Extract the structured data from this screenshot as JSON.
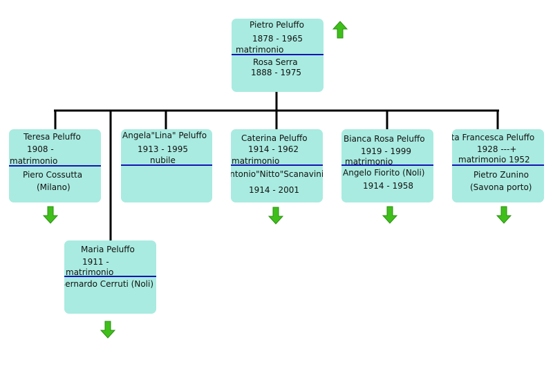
{
  "colors": {
    "card": "#a9ebe0",
    "separator": "#1414b4",
    "connector": "#000000",
    "arrow": "#3fbf1a"
  },
  "icons": {
    "up": "arrow-up-icon",
    "down": "arrow-down-icon"
  },
  "root": {
    "name": "Pietro Peluffo",
    "years": "1878 - 1965",
    "marriage": "matrimonio",
    "spouse": "Rosa Serra",
    "spouse_years": "1888 - 1975"
  },
  "children": [
    {
      "name": "Teresa Peluffo",
      "years": "1908 -",
      "marriage": "matrimonio",
      "spouse": "Piero Cossutta",
      "spouse_place": "(Milano)"
    },
    {
      "name": "Angela\"Lina\" Peluffo",
      "years": "1913 - 1995",
      "status": "nubile"
    },
    {
      "name": "Caterina Peluffo",
      "years": "1914 - 1962",
      "marriage": "matrimonio",
      "spouse": "Antonio\"Nitto\"Scanavini",
      "spouse_years": "1914 - 2001"
    },
    {
      "name": "Bianca Rosa Peluffo",
      "years": "1919 - 1999",
      "marriage": "matrimonio",
      "spouse": "Angelo Fiorito (Noli)",
      "spouse_years": "1914 - 1958"
    },
    {
      "name": "Rita  Francesca Peluffo",
      "years": "1928 ---+",
      "marriage": "matrimonio 1952",
      "spouse": "Pietro Zunino",
      "spouse_place": "(Savona porto)"
    },
    {
      "name": "Maria Peluffo",
      "years": "1911 -",
      "marriage": "matrimonio",
      "spouse": "Bernardo Cerruti (Noli)"
    }
  ]
}
